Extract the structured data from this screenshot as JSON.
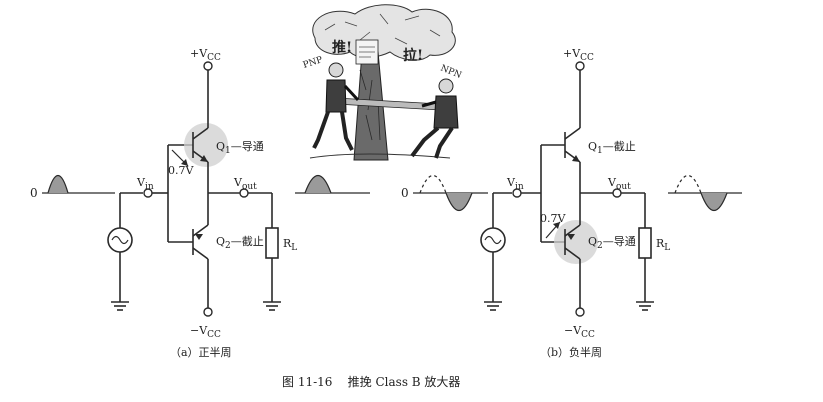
{
  "circuit_a": {
    "vcc_plus": "+V",
    "vcc_plus_sub": "CC",
    "vcc_minus": "−V",
    "vcc_minus_sub": "CC",
    "q1_name": "Q",
    "q1_sub": "1",
    "q1_state": "导通",
    "q2_name": "Q",
    "q2_sub": "2",
    "q2_state": "截止",
    "vbe": "0.7V",
    "vin": "V",
    "vin_sub": "in",
    "vout": "V",
    "vout_sub": "out",
    "rl": "R",
    "rl_sub": "L",
    "zero_in": "0",
    "caption": "（a）正半周"
  },
  "circuit_b": {
    "vcc_plus": "+V",
    "vcc_plus_sub": "CC",
    "vcc_minus": "−V",
    "vcc_minus_sub": "CC",
    "q1_name": "Q",
    "q1_sub": "1",
    "q1_state": "截止",
    "q2_name": "Q",
    "q2_sub": "2",
    "q2_state": "导通",
    "vbe": "0.7V",
    "vin": "V",
    "vin_sub": "in",
    "vout": "V",
    "vout_sub": "out",
    "rl": "R",
    "rl_sub": "L",
    "zero_in": "0",
    "caption": "（b）负半周"
  },
  "cartoon": {
    "left_shout": "推!",
    "right_shout": "拉!",
    "left_person": "PNP",
    "right_person": "NPN"
  },
  "figure_caption": "图 11-16    推挽 Class B 放大器"
}
